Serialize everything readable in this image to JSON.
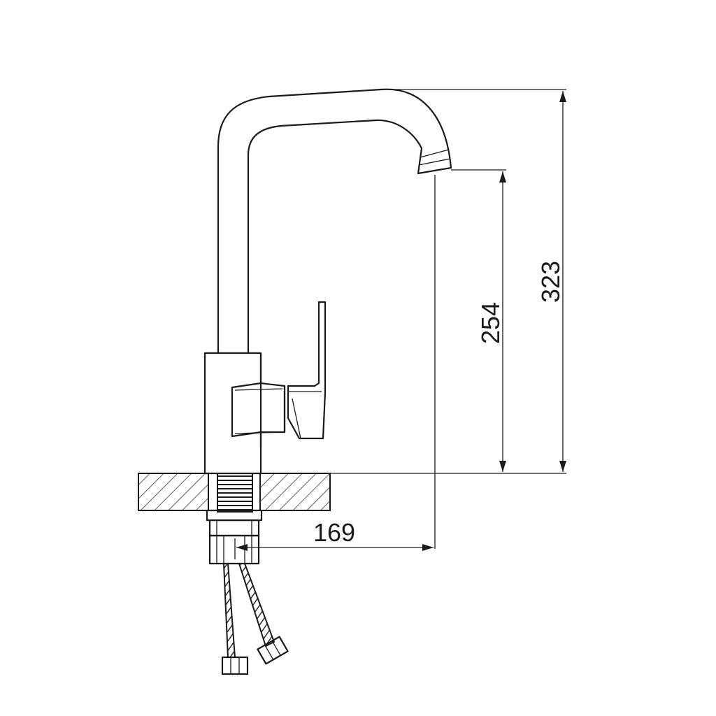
{
  "diagram": {
    "dimensions": {
      "total_height": "323",
      "spout_height": "254",
      "spout_reach": "169"
    }
  }
}
